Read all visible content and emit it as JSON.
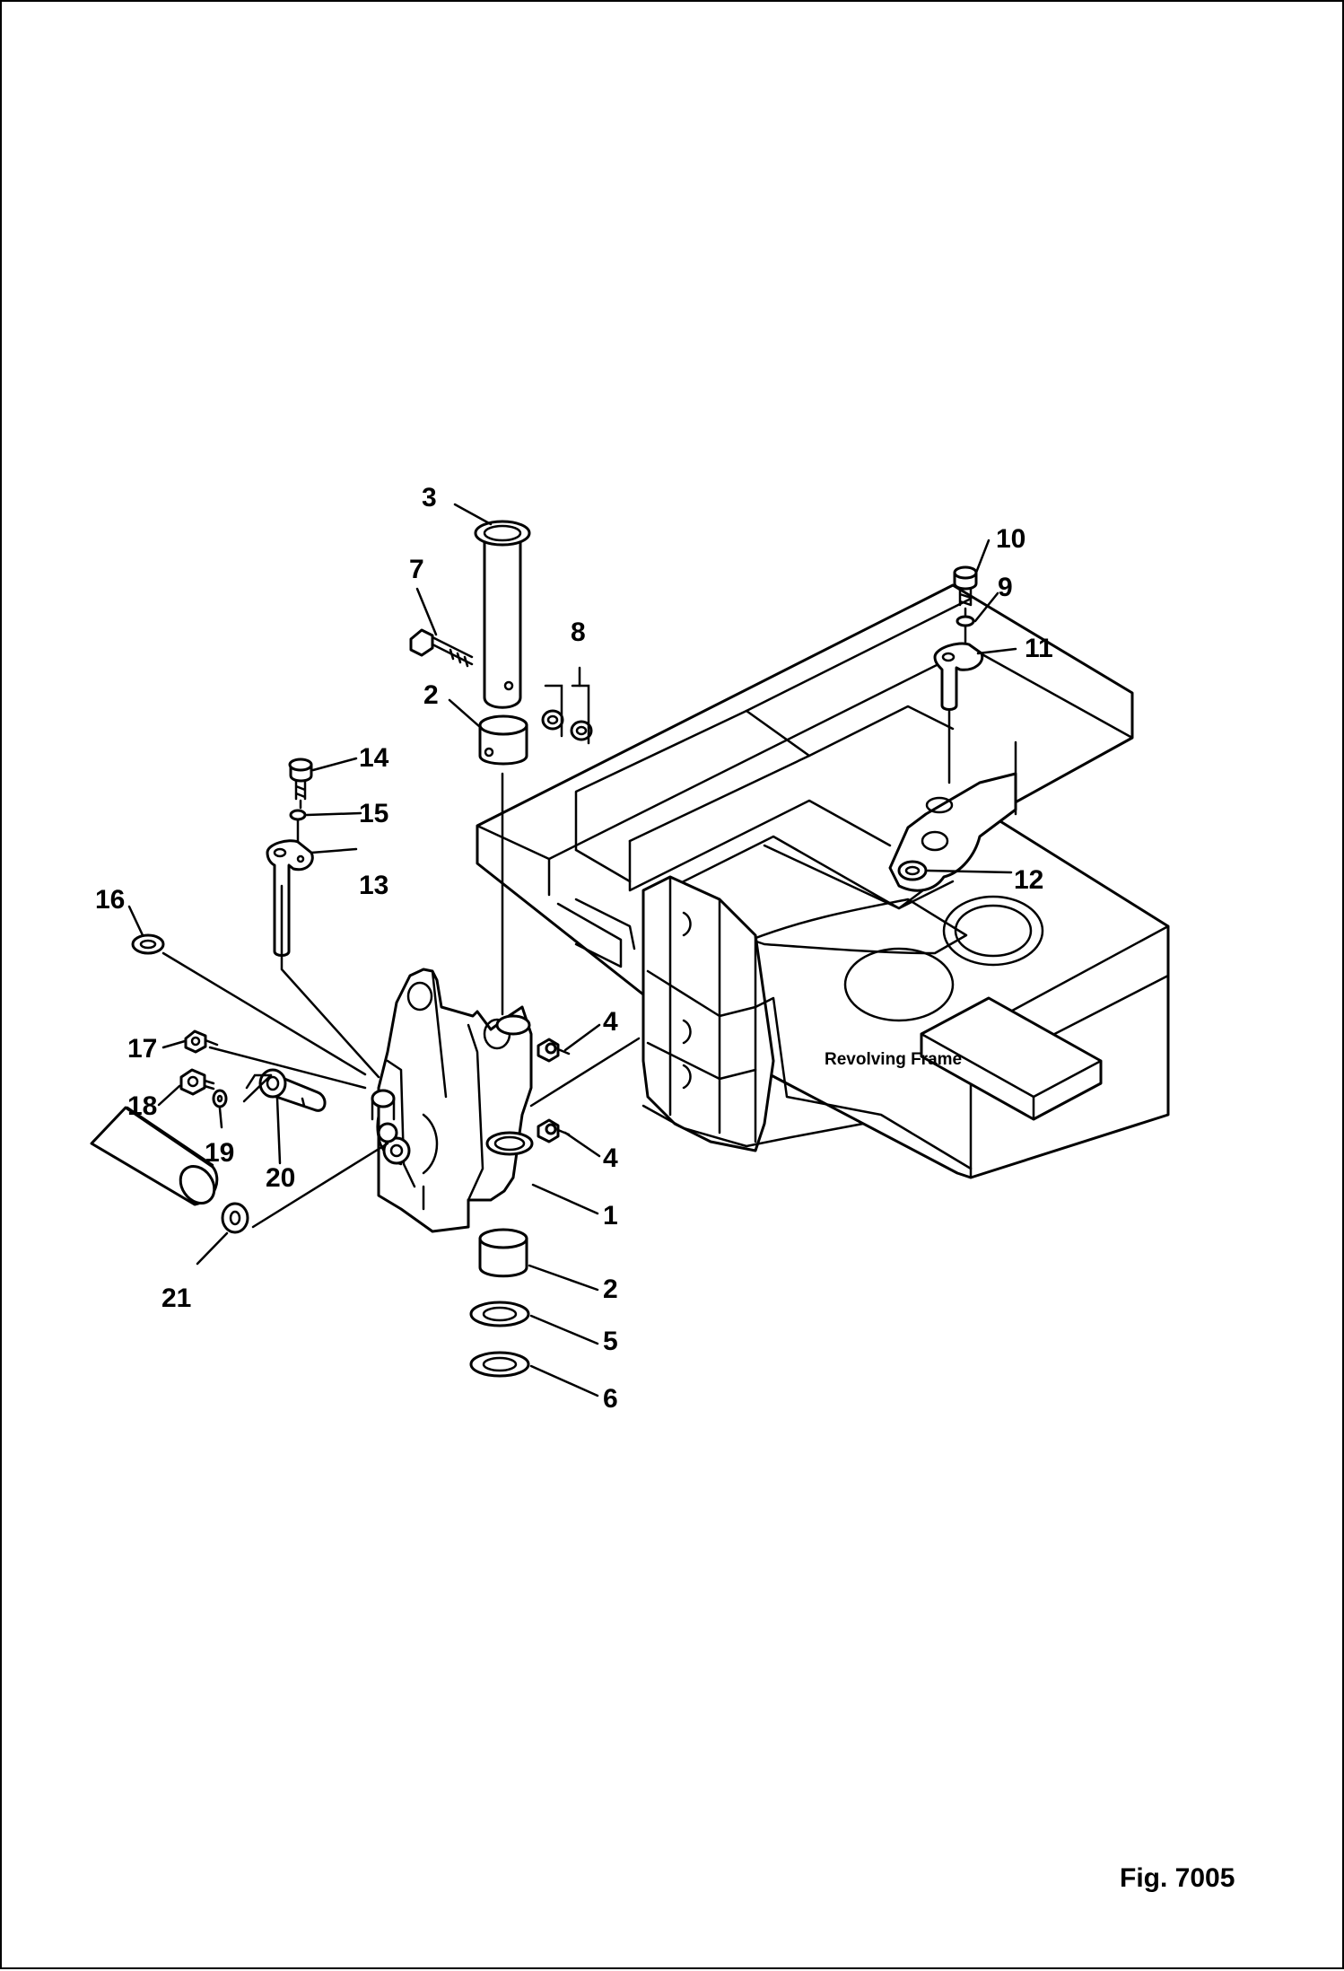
{
  "figure": {
    "caption": "Fig. 7005",
    "frame_label": "Revolving Frame"
  },
  "callouts": [
    "1",
    "2",
    "3",
    "4",
    "5",
    "6",
    "7",
    "8",
    "9",
    "10",
    "11",
    "12",
    "13",
    "14",
    "15",
    "16",
    "17",
    "18",
    "19",
    "20",
    "21"
  ]
}
